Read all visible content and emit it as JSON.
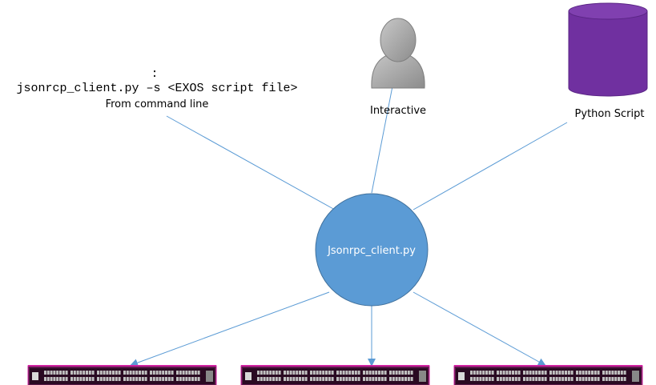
{
  "command_source": {
    "colon": ":",
    "command": "jsonrcp_client.py –s <EXOS script file>",
    "caption": "From command line"
  },
  "interactive": {
    "label": "Interactive",
    "icon": "user-icon"
  },
  "python_script": {
    "label": "Python Script",
    "icon": "database-cylinder-icon",
    "color": "#7030a0"
  },
  "hub": {
    "label": "Jsonrpc_client.py",
    "color": "#5b9bd5"
  },
  "switches": {
    "count": 3,
    "icon": "network-switch-icon",
    "color": "#5a1a4a",
    "accent": "#d020a0"
  },
  "colors": {
    "connector": "#5b9bd5",
    "user_gray": "#a6a6a6"
  }
}
